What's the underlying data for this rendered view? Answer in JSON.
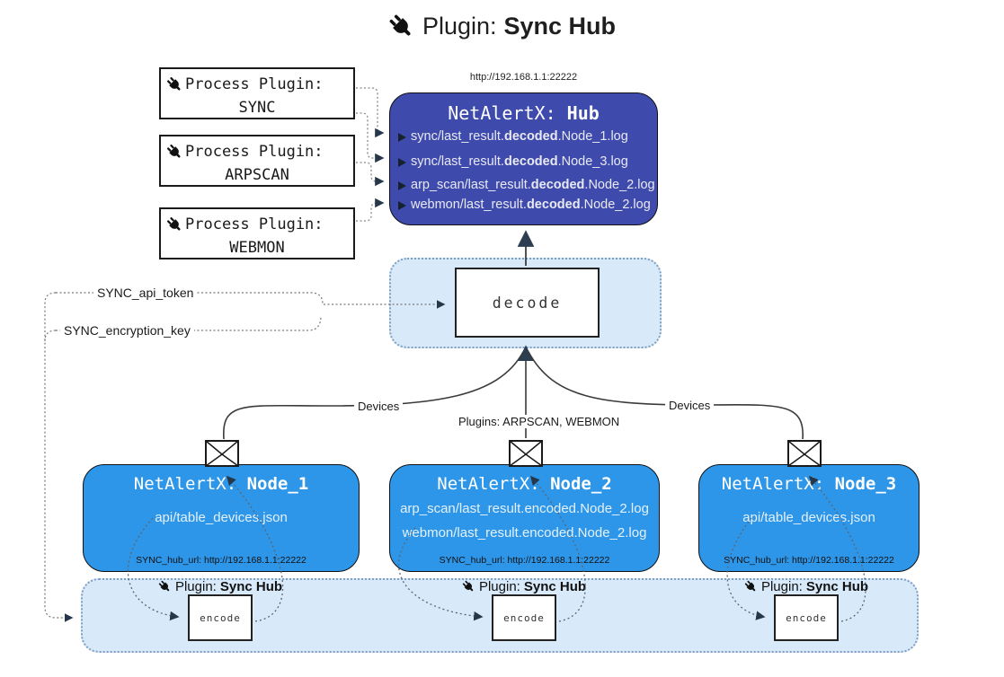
{
  "title": {
    "icon": "plug-icon",
    "prefix": "Plugin:",
    "name": "Sync Hub"
  },
  "process_plugins": [
    {
      "label": "Process Plugin:",
      "name": "SYNC"
    },
    {
      "label": "Process Plugin:",
      "name": "ARPSCAN"
    },
    {
      "label": "Process Plugin:",
      "name": "WEBMON"
    }
  ],
  "hub": {
    "url": "http://192.168.1.1:22222",
    "title_prefix": "NetAlertX:",
    "title_name": "Hub",
    "logs": [
      {
        "pre": "sync/last_result.",
        "bold": "decoded",
        "post": ".Node_1.log"
      },
      {
        "pre": "sync/last_result.",
        "bold": "decoded",
        "post": ".Node_3.log"
      },
      {
        "pre": "arp_scan/last_result.",
        "bold": "decoded",
        "post": ".Node_2.log"
      },
      {
        "pre": "webmon/last_result.",
        "bold": "decoded",
        "post": ".Node_2.log"
      }
    ]
  },
  "decode": {
    "label": "decode"
  },
  "config": {
    "api_token_label": "SYNC_api_token",
    "encryption_key_label": "SYNC_encryption_key"
  },
  "edges": {
    "devices_left": "Devices",
    "plugins_mid": "Plugins: ARPSCAN, WEBMON",
    "devices_right": "Devices"
  },
  "nodes": [
    {
      "title_prefix": "NetAlertX:",
      "title_name": "Node_1",
      "files": [
        "api/table_devices.json"
      ],
      "hub_url": "SYNC_hub_url: http://192.168.1.1:22222"
    },
    {
      "title_prefix": "NetAlertX:",
      "title_name": "Node_2",
      "files": [
        "arp_scan/last_result.encoded.Node_2.log",
        "webmon/last_result.encoded.Node_2.log"
      ],
      "hub_url": "SYNC_hub_url: http://192.168.1.1:22222"
    },
    {
      "title_prefix": "NetAlertX:",
      "title_name": "Node_3",
      "files": [
        "api/table_devices.json"
      ],
      "hub_url": "SYNC_hub_url: http://192.168.1.1:22222"
    }
  ],
  "encoders": [
    {
      "plugin_prefix": "Plugin:",
      "plugin_name": "Sync Hub",
      "box_label": "encode"
    },
    {
      "plugin_prefix": "Plugin:",
      "plugin_name": "Sync Hub",
      "box_label": "encode"
    },
    {
      "plugin_prefix": "Plugin:",
      "plugin_name": "Sync Hub",
      "box_label": "encode"
    }
  ],
  "colors": {
    "hub_fill": "#3E4BAD",
    "node_fill": "#2E96E8",
    "panel_fill": "#D8E9FA",
    "panel_border": "#7E9FC1",
    "arrow": "#26374A",
    "text_light": "#EDEDF6"
  }
}
